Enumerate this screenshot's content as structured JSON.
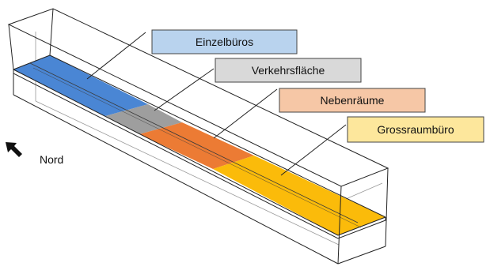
{
  "diagram": {
    "zones": [
      {
        "id": "einzelbueros",
        "label": "Einzelbüros",
        "floor_color": "#4a86d4",
        "label_bg": "#b9d3ee"
      },
      {
        "id": "verkehrsflaeche",
        "label": "Verkehrsfläche",
        "floor_color": "#9e9e9e",
        "label_bg": "#d9d9d9"
      },
      {
        "id": "nebenraeume",
        "label": "Nebenräume",
        "floor_color": "#ec7b34",
        "label_bg": "#f6c7a6"
      },
      {
        "id": "grossraumbuero",
        "label": "Grossraumbüro",
        "floor_color": "#fbbb0a",
        "label_bg": "#fde79c"
      }
    ],
    "north": {
      "label": "Nord",
      "icon": "north-arrow-icon"
    },
    "colors": {
      "edge": "#222222",
      "label_border": "#444444"
    }
  }
}
